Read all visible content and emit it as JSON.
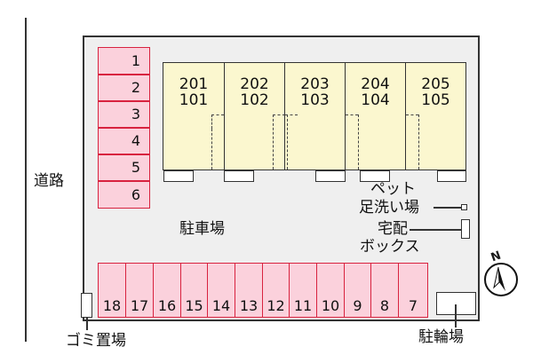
{
  "road_label": "道路",
  "parking_label": "駐車場",
  "left_spaces": [
    "1",
    "2",
    "3",
    "4",
    "5",
    "6"
  ],
  "bottom_spaces": [
    "18",
    "17",
    "16",
    "15",
    "14",
    "13",
    "12",
    "11",
    "10",
    "9",
    "8",
    "7"
  ],
  "units": [
    {
      "upper": "201",
      "lower": "101"
    },
    {
      "upper": "202",
      "lower": "102"
    },
    {
      "upper": "203",
      "lower": "103"
    },
    {
      "upper": "204",
      "lower": "104"
    },
    {
      "upper": "205",
      "lower": "105"
    }
  ],
  "pet_wash_label": {
    "line1": "ペット",
    "line2": "足洗い場"
  },
  "delivery_box_label": {
    "line1": "宅配",
    "line2": "ボックス"
  },
  "garbage_label": "ゴミ置場",
  "bicycle_parking_label": "駐輪場",
  "compass_label": "N",
  "colors": {
    "parking_fill": "#fbd1dc",
    "parking_border": "#d8223f",
    "building_fill": "#fbf7cf",
    "lot_fill": "#efefef"
  }
}
